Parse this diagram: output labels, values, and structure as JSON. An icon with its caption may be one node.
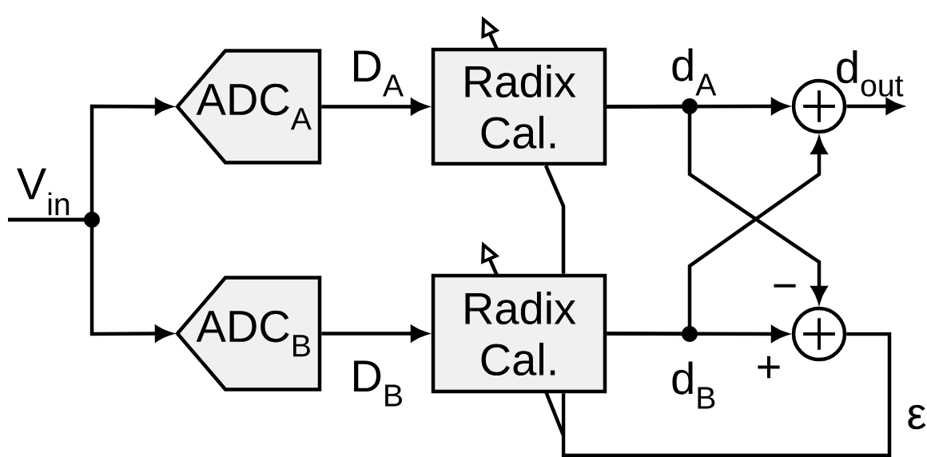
{
  "diagram": {
    "nodes": [
      {
        "text": [
          "ADC$_{A}$"
        ]
      },
      {
        "text": [
          "ADC$_{B}$"
        ]
      },
      {
        "text": [
          "Radix Cal."
        ]
      },
      {
        "text": [
          "Radix Cal."
        ]
      },
      {
        "text": [],
        "shape": "circle"
      },
      {
        "text": [],
        "shape": "circle"
      },
      {
        "text": [
          "d$_{out}$"
        ]
      }
    ],
    "edges": [
      {
        "from": null,
        "to": 0,
        "arrow": "to"
      },
      {
        "from": null,
        "to": 1,
        "arrow": "to"
      },
      {
        "from": 0,
        "to": 2,
        "arrow": "to"
      },
      {
        "from": 1,
        "to": 3,
        "arrow": "to"
      },
      {
        "from": 2,
        "to": 4,
        "arrow": "to"
      },
      {
        "from": 2,
        "to": 5,
        "arrow": "to"
      },
      {
        "from": 3,
        "to": 5,
        "arrow": "to"
      },
      {
        "from": 3,
        "to": 4,
        "arrow": "to"
      },
      {
        "from": 4,
        "to": 6,
        "arrow": "to"
      },
      {
        "from": 5,
        "to": 3,
        "arrow": "none"
      },
      {
        "from": 3,
        "to": 2,
        "arrow": "none"
      }
    ],
    "labels": [
      "V$_{in}$",
      "D$_{A}$",
      "d$_{A}$",
      "−",
      "+",
      "D$_{B}$",
      "d$_{B}$",
      "ε"
    ]
  }
}
